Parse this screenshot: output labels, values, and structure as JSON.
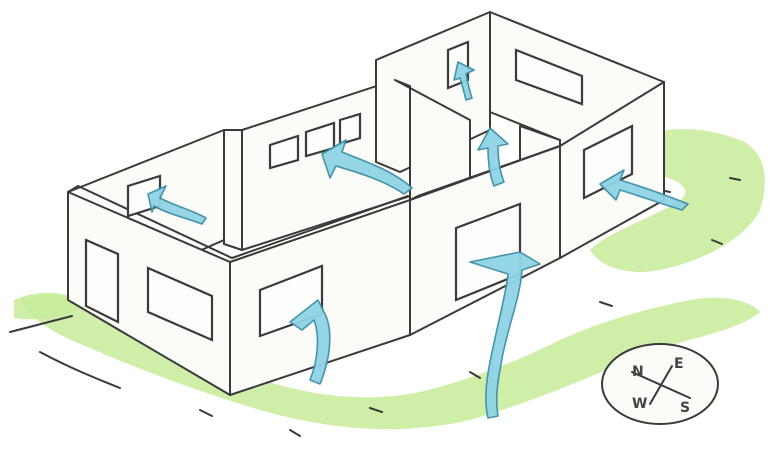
{
  "figure": {
    "kind": "hand-drawn isometric floor plan sketch",
    "colors": {
      "grass": "#c7ec9a",
      "airflow_arrow": "#8fd3e6",
      "ink": "#3a3a3a",
      "paper": "#ffffff"
    },
    "icons": [
      "airflow-arrow-icon",
      "compass-icon",
      "grass-patch",
      "window",
      "door"
    ]
  },
  "compass": {
    "letters": [
      "N",
      "S",
      "E",
      "W"
    ]
  }
}
